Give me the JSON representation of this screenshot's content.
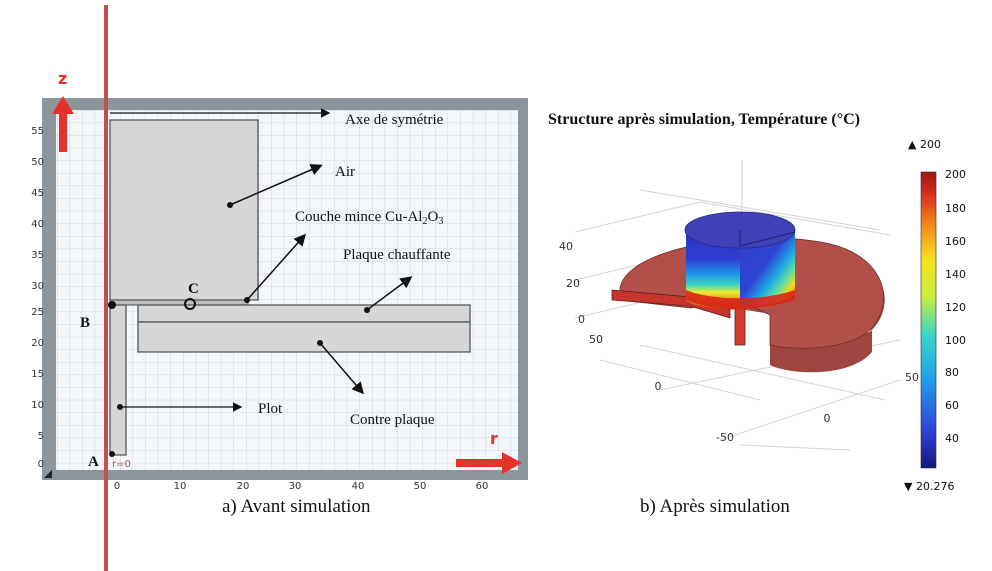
{
  "colors": {
    "panel_frame": "#8c949c",
    "panel_bg": "#f4f7fa",
    "grid": "#c9d6e2",
    "geometry_fill": "#d6d6d6",
    "geometry_stroke": "#4a4a4a",
    "red_axis": "#c0504d",
    "red_arrow": "#e5322b",
    "plate_3d": "#a84a44",
    "cylinder_top": "#4040b8"
  },
  "panel_a": {
    "z_axis_label": "z",
    "r_axis_label": "r",
    "y_ticks": [
      "55",
      "50",
      "45",
      "40",
      "35",
      "30",
      "25",
      "20",
      "15",
      "10",
      "5",
      "0"
    ],
    "x_ticks": [
      "0",
      "10",
      "20",
      "30",
      "40",
      "50",
      "60"
    ],
    "annotations": {
      "axe_symetrie": "Axe de symétrie",
      "air": "Air",
      "couche_pre": "Couche mince Cu-Al",
      "couche_sub1": "2",
      "couche_mid": "O",
      "couche_sub2": "3",
      "plaque_chauffante": "Plaque chauffante",
      "plot": "Plot",
      "contre_plaque": "Contre plaque"
    },
    "point_labels": {
      "a": "A",
      "b": "B",
      "c": "C",
      "r0": "r=0"
    },
    "caption": "a)  Avant simulation"
  },
  "panel_b": {
    "title": "Structure après simulation, Température (°C)",
    "colorbar_max_label": "▲ 200",
    "colorbar_min_label": "▼ 20.276",
    "colorbar_ticks": [
      "200",
      "180",
      "160",
      "140",
      "120",
      "100",
      "80",
      "60",
      "40"
    ],
    "axis_ticks_z": [
      "40",
      "20",
      "0"
    ],
    "axis_ticks_left": [
      "50",
      "0",
      "-50"
    ],
    "axis_ticks_right": [
      "0",
      "50"
    ],
    "caption": "b)  Après simulation"
  }
}
